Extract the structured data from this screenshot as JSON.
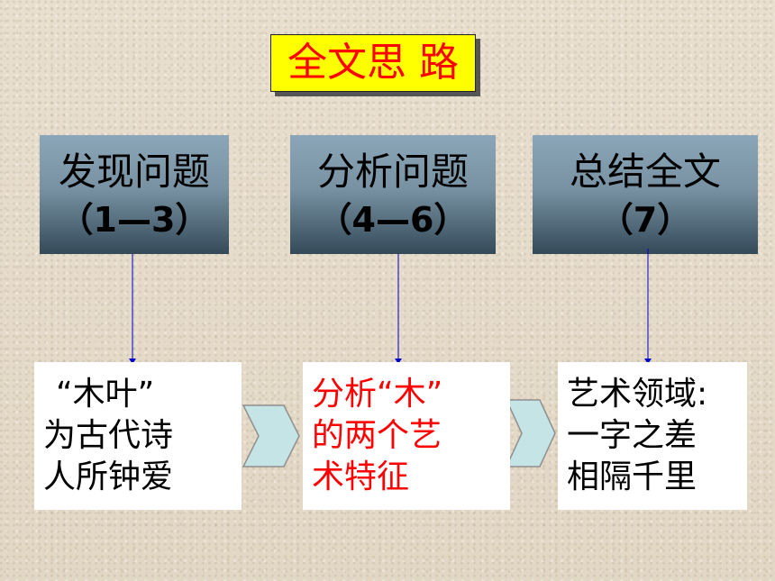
{
  "title": "全文思 路",
  "top_boxes": [
    {
      "main": "发现问题",
      "sub": "（1—3）"
    },
    {
      "main": "分析问题",
      "sub": "（4—6）"
    },
    {
      "main": "总结全文",
      "sub": "（7）"
    }
  ],
  "bottom_boxes": [
    {
      "lines": [
        "“木叶”",
        "为古代诗",
        "人所钟爱"
      ]
    },
    {
      "lines": [
        "分析“木”",
        "的两个艺",
        "术特征"
      ]
    },
    {
      "lines": [
        "艺术领域:",
        "一字之差",
        "相隔千里"
      ]
    }
  ],
  "colors": {
    "title_bg": "#ffff00",
    "title_text": "#ff0000",
    "box_top": "#8ba6b8",
    "box_bottom": "#344a59",
    "highlight_text": "#ff0000",
    "chevron": "#c4e4e6",
    "connector": "#0000cc"
  }
}
